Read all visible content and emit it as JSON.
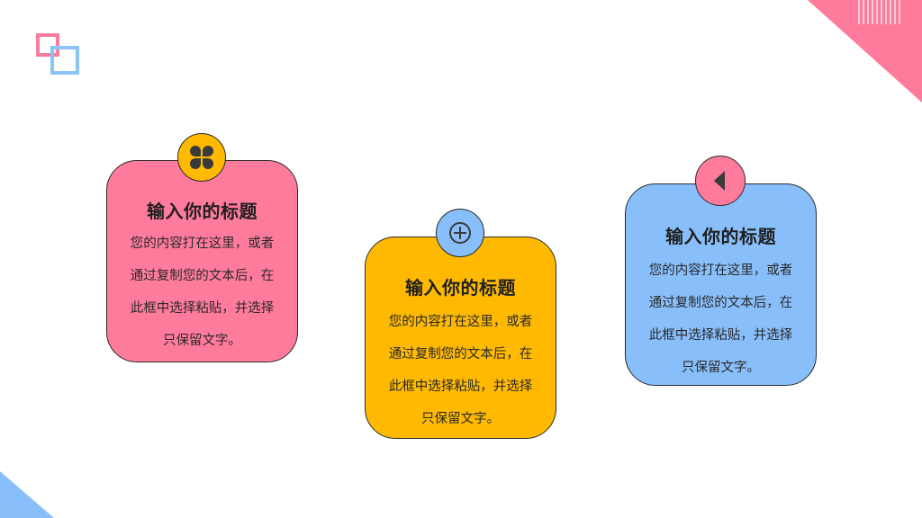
{
  "colors": {
    "pink": "#ff7b9c",
    "yellow": "#ffb900",
    "blue": "#88bffb",
    "outline": "#2b2b2b"
  },
  "cards": [
    {
      "title": "输入你的标题",
      "lines": [
        "您的内容打在这里，或者",
        "通过复制您的文本后，在",
        "此框中选择粘贴，并选择",
        "只保留文字。"
      ],
      "icon": "four-leaf-icon",
      "color": "pink"
    },
    {
      "title": "输入你的标题",
      "lines": [
        "您的内容打在这里，或者",
        "通过复制您的文本后，在",
        "此框中选择粘贴，并选择",
        "只保留文字。"
      ],
      "icon": "crosshair-plus-icon",
      "color": "yellow"
    },
    {
      "title": "输入你的标题",
      "lines": [
        "您的内容打在这里，或者",
        "通过复制您的文本后，在",
        "此框中选择粘贴，并选择",
        "只保留文字。"
      ],
      "icon": "triangle-left-icon",
      "color": "blue"
    }
  ]
}
